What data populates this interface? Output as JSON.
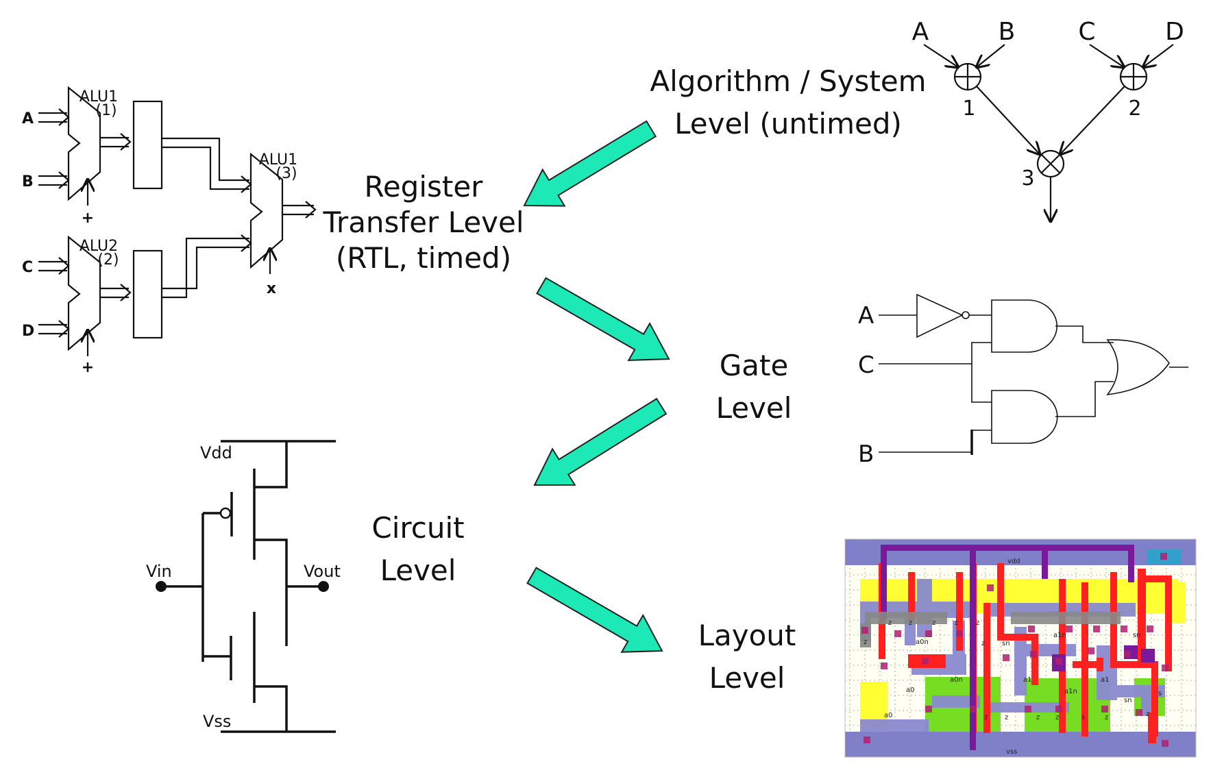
{
  "levels": {
    "algorithm": [
      "Algorithm / System",
      "Level (untimed)"
    ],
    "rtl": [
      "Register",
      "Transfer Level",
      "(RTL, timed)"
    ],
    "gate": [
      "Gate",
      "Level"
    ],
    "circuit": [
      "Circuit",
      "Level"
    ],
    "layout": [
      "Layout",
      "Level"
    ]
  },
  "colors": {
    "arrow_fill": "#1de9b6",
    "arrow_stroke": "#222222"
  },
  "rtl_diagram": {
    "alu1": [
      "ALU1",
      "(1)"
    ],
    "alu2": [
      "ALU2",
      "(2)"
    ],
    "alu3": [
      "ALU1",
      "(3)"
    ],
    "inputs": [
      "A",
      "B",
      "C",
      "D"
    ],
    "op_alu1": "+",
    "op_alu2": "+",
    "op_alu3": "x"
  },
  "algorithm_diagram": {
    "inputs": [
      "A",
      "B",
      "C",
      "D"
    ],
    "node_labels": [
      "1",
      "2",
      "3"
    ]
  },
  "gate_diagram": {
    "inputs": [
      "A",
      "C",
      "B"
    ]
  },
  "circuit_diagram": {
    "vdd": "Vdd",
    "vss": "Vss",
    "vin": "Vin",
    "vout": "Vout"
  },
  "layout_diagram": {
    "labels": [
      "vdd",
      "vss",
      "z",
      "z",
      "z",
      "z",
      "z",
      "a0n",
      "a0n",
      "a0",
      "a0",
      "z",
      "sn",
      "a1n",
      "a1",
      "a1n",
      "sn",
      "sn",
      "z",
      "z",
      "z",
      "z",
      "z",
      "s",
      "s",
      "z",
      "a1",
      "z"
    ]
  }
}
